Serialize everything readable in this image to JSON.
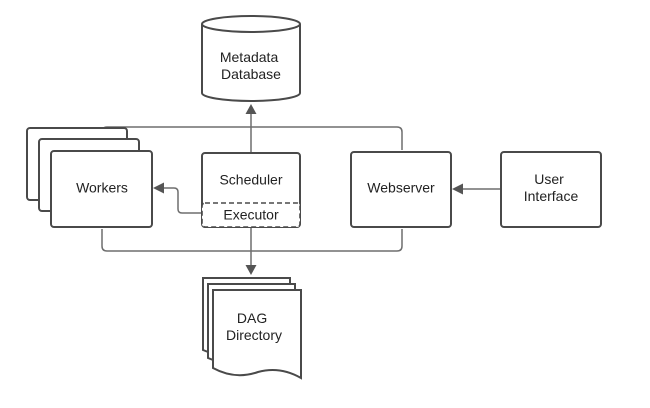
{
  "diagram": {
    "nodes": {
      "database": {
        "lines": [
          "Metadata",
          "Database"
        ]
      },
      "workers": {
        "label": "Workers"
      },
      "scheduler": {
        "label": "Scheduler"
      },
      "executor": {
        "label": "Executor"
      },
      "webserver": {
        "label": "Webserver"
      },
      "user_interface": {
        "lines": [
          "User",
          "Interface"
        ]
      },
      "dag_directory": {
        "lines": [
          "DAG",
          "Directory"
        ]
      }
    },
    "edges": [
      {
        "from": "scheduler",
        "to": "database"
      },
      {
        "from": "executor",
        "to": "workers"
      },
      {
        "from": "user_interface",
        "to": "webserver"
      },
      {
        "from": "scheduler",
        "to": "dag_directory"
      },
      {
        "from": "workers",
        "to": "database"
      },
      {
        "from": "webserver",
        "to": "database"
      },
      {
        "from": "workers",
        "to": "dag_directory"
      },
      {
        "from": "webserver",
        "to": "dag_directory"
      }
    ]
  }
}
